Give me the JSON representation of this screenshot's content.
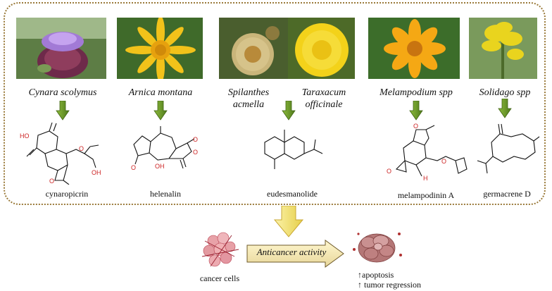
{
  "plants": [
    {
      "name": "Cynara scolymus",
      "compound": "cynaropicrin"
    },
    {
      "name": "Arnica montana",
      "compound": "helenalin"
    },
    {
      "name_line1": "Spilanthes",
      "name_line2": "acmella",
      "name2_line1": "Taraxacum",
      "name2_line2": "officinale",
      "compound": "eudesmanolide"
    },
    {
      "name": "Melampodium spp",
      "compound": "melampodinin A"
    },
    {
      "name": "Solidago spp",
      "compound": "germacrene D"
    }
  ],
  "bottom": {
    "cancer_cells_label": "cancer cells",
    "activity_label": "Anticancer activity",
    "outcome_1": "↑apoptosis",
    "outcome_2": "↑ tumor regression"
  },
  "colors": {
    "frame_border": "#9a7a3a",
    "arrow_green": "#6a9a2a",
    "big_arrow_yellow": "#f3e27a",
    "heteroatom_red": "#cc2222"
  }
}
